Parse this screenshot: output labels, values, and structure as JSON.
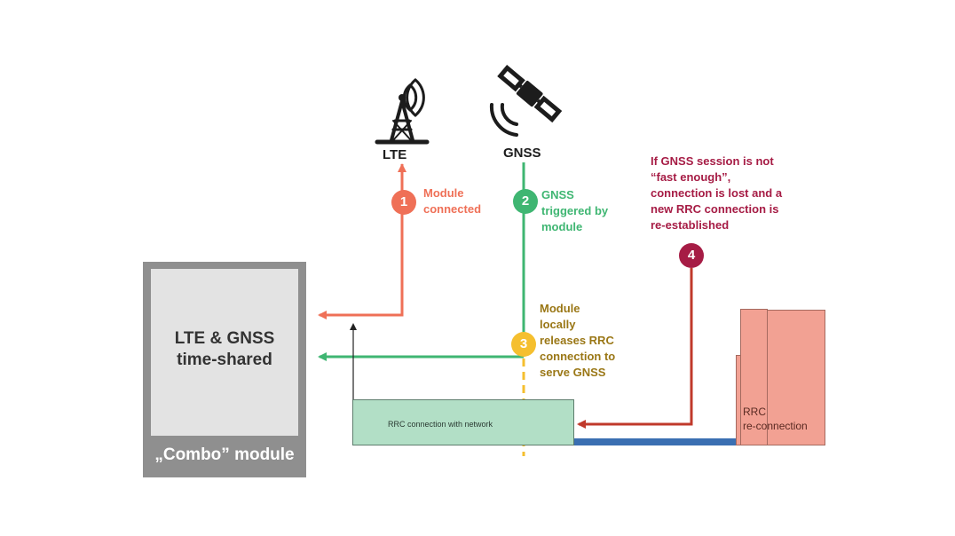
{
  "colors": {
    "lte": "#ef7057",
    "gnss": "#3fb672",
    "release": "#f5bf2f",
    "reconnect": "#a61c45",
    "rrc_fill": "#b2dfc6",
    "reconnect_fill": "#f2a193",
    "module_frame": "#8f8f8f",
    "module_fill": "#e3e3e3",
    "bar": "#3a6fb2"
  },
  "icons": {
    "tower": "cell-tower-icon",
    "satellite": "satellite-icon"
  },
  "module": {
    "title": "LTE & GNSS\ntime-shared",
    "footer": "„Combo” module"
  },
  "top": {
    "lte_label": "LTE",
    "gnss_label": "GNSS"
  },
  "steps": [
    {
      "number": "1",
      "text": "Module\nconnected"
    },
    {
      "number": "2",
      "text": "GNSS\ntriggered by\nmodule"
    },
    {
      "number": "3",
      "text": "Module\nlocally\nreleases RRC\nconnection to\nserve GNSS"
    },
    {
      "number": "4",
      "text": "If GNSS session is not\n“fast enough”,\nconnection is lost and a\nnew RRC connection is\nre-established"
    }
  ],
  "rrc": {
    "connection_label": "RRC connection with network",
    "reconnection_label": "RRC\nre-connection"
  }
}
